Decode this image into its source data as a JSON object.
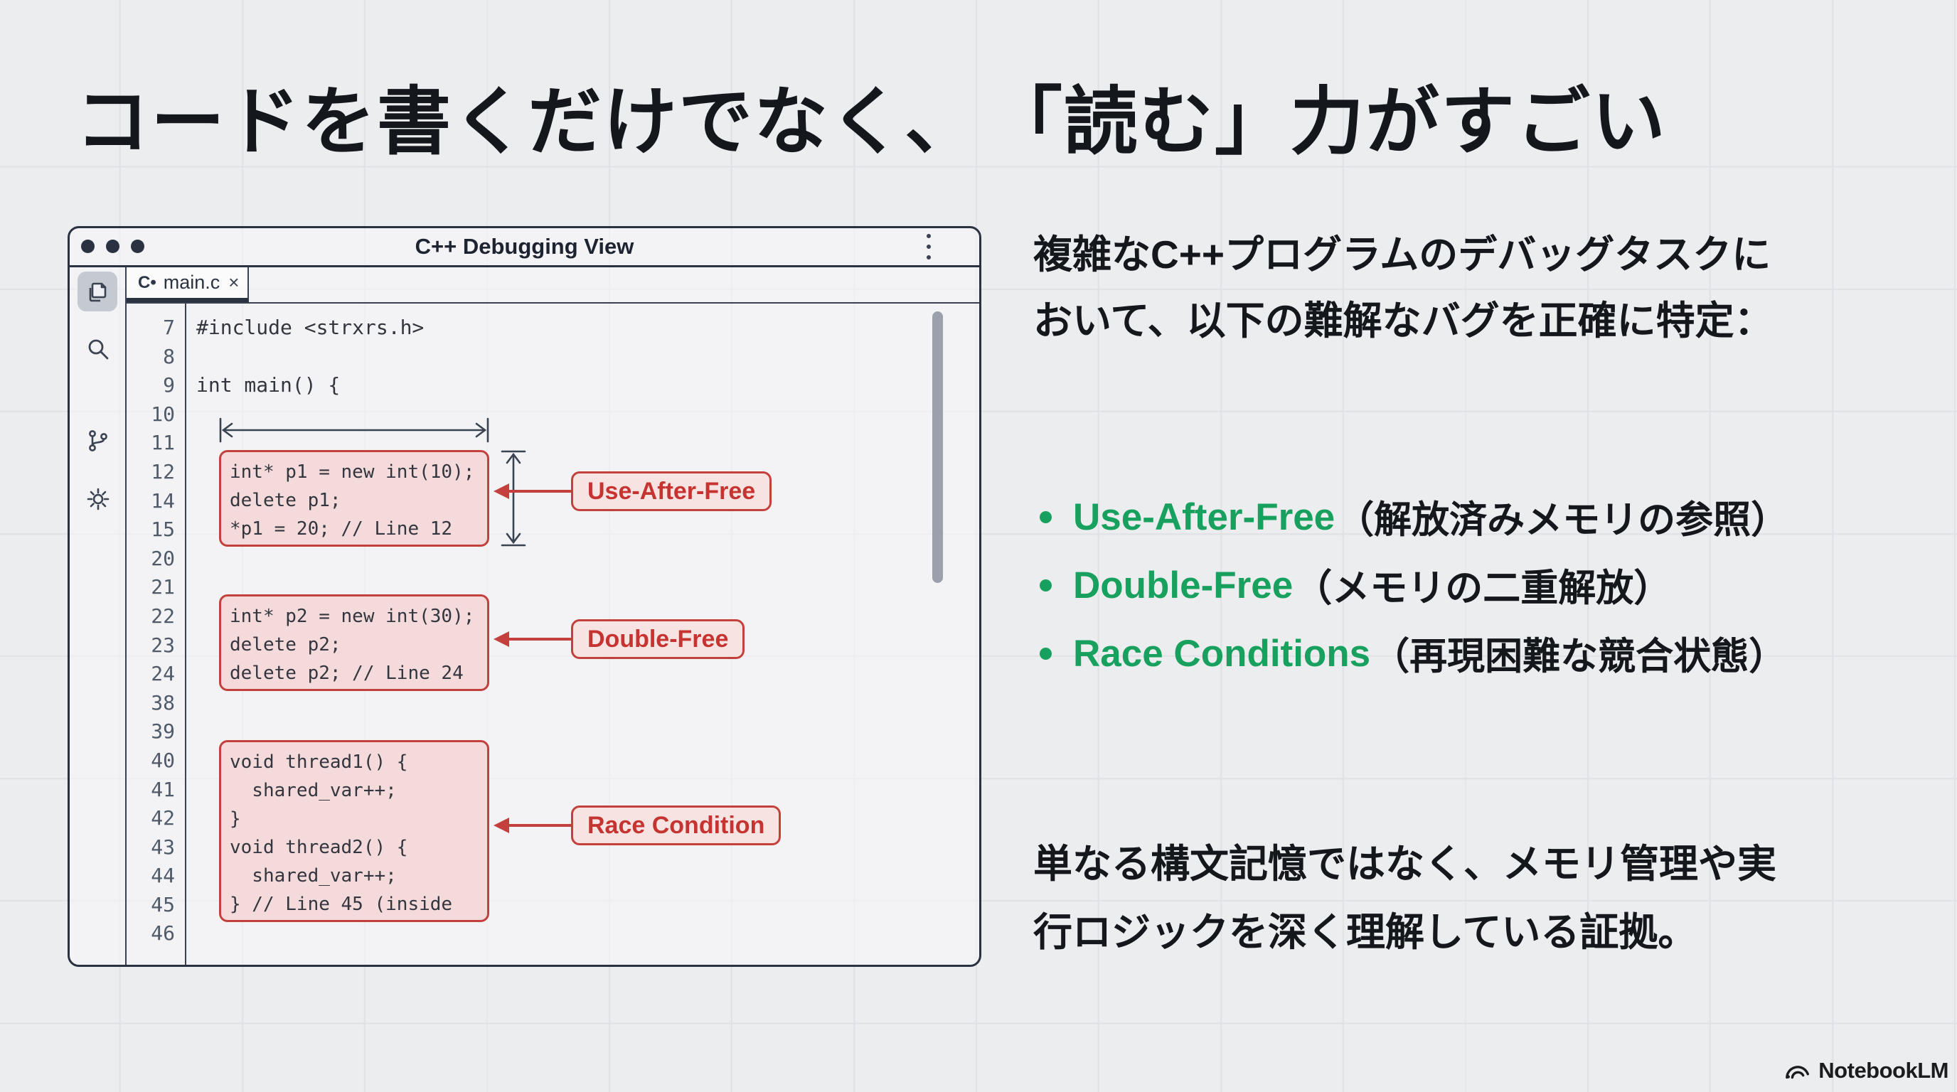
{
  "slide": {
    "title_left": "コードを書くだけでなく、",
    "title_right": "「読む」力がすごい"
  },
  "colors": {
    "accent_red": "#c3403c",
    "red_fill": "#f4dada",
    "accent_green": "#18a05e",
    "ink": "#14171c",
    "arrow_dark": "#3a4352",
    "window_border": "#2a3140"
  },
  "editor": {
    "window_title": "C++ Debugging View",
    "tab": {
      "language_icon": "C•",
      "filename": "main.c",
      "close": "×"
    },
    "menu_icon": "kebab-menu",
    "line_numbers": [
      "7",
      "8",
      "9",
      "10",
      "11",
      "12",
      "14",
      "15",
      "20",
      "21",
      "22",
      "23",
      "24",
      "38",
      "39",
      "40",
      "41",
      "42",
      "43",
      "44",
      "45",
      "46"
    ],
    "top_code": [
      "#include <strxrs.h>",
      "",
      "int main() {"
    ],
    "blocks": [
      {
        "label": "Use-After-Free",
        "lines": [
          "int* p1 = new int(10);",
          "delete p1;",
          "*p1 = 20; // Line 12"
        ]
      },
      {
        "label": "Double-Free",
        "lines": [
          "int* p2 = new int(30);",
          "delete p2;",
          "delete p2; // Line 24"
        ]
      },
      {
        "label": "Race Condition",
        "lines": [
          "void thread1() {",
          "  shared_var++;",
          "}",
          "void thread2() {",
          "  shared_var++;",
          "} // Line 45 (inside"
        ]
      }
    ]
  },
  "right": {
    "intro_lines": [
      "複雑なC++プログラムのデバッグタスクに",
      "おいて、以下の難解なバグを正確に特定："
    ],
    "bullets": [
      {
        "term": "Use-After-Free",
        "desc": "（解放済みメモリの参照）"
      },
      {
        "term": "Double-Free",
        "desc": "（メモリの二重解放）"
      },
      {
        "term": "Race Conditions",
        "desc": "（再現困難な競合状態）"
      }
    ],
    "outro_lines": [
      "単なる構文記憶ではなく、メモリ管理や実",
      "行ロジックを深く理解している証拠。"
    ]
  },
  "footer": {
    "brand": "NotebookLM"
  }
}
